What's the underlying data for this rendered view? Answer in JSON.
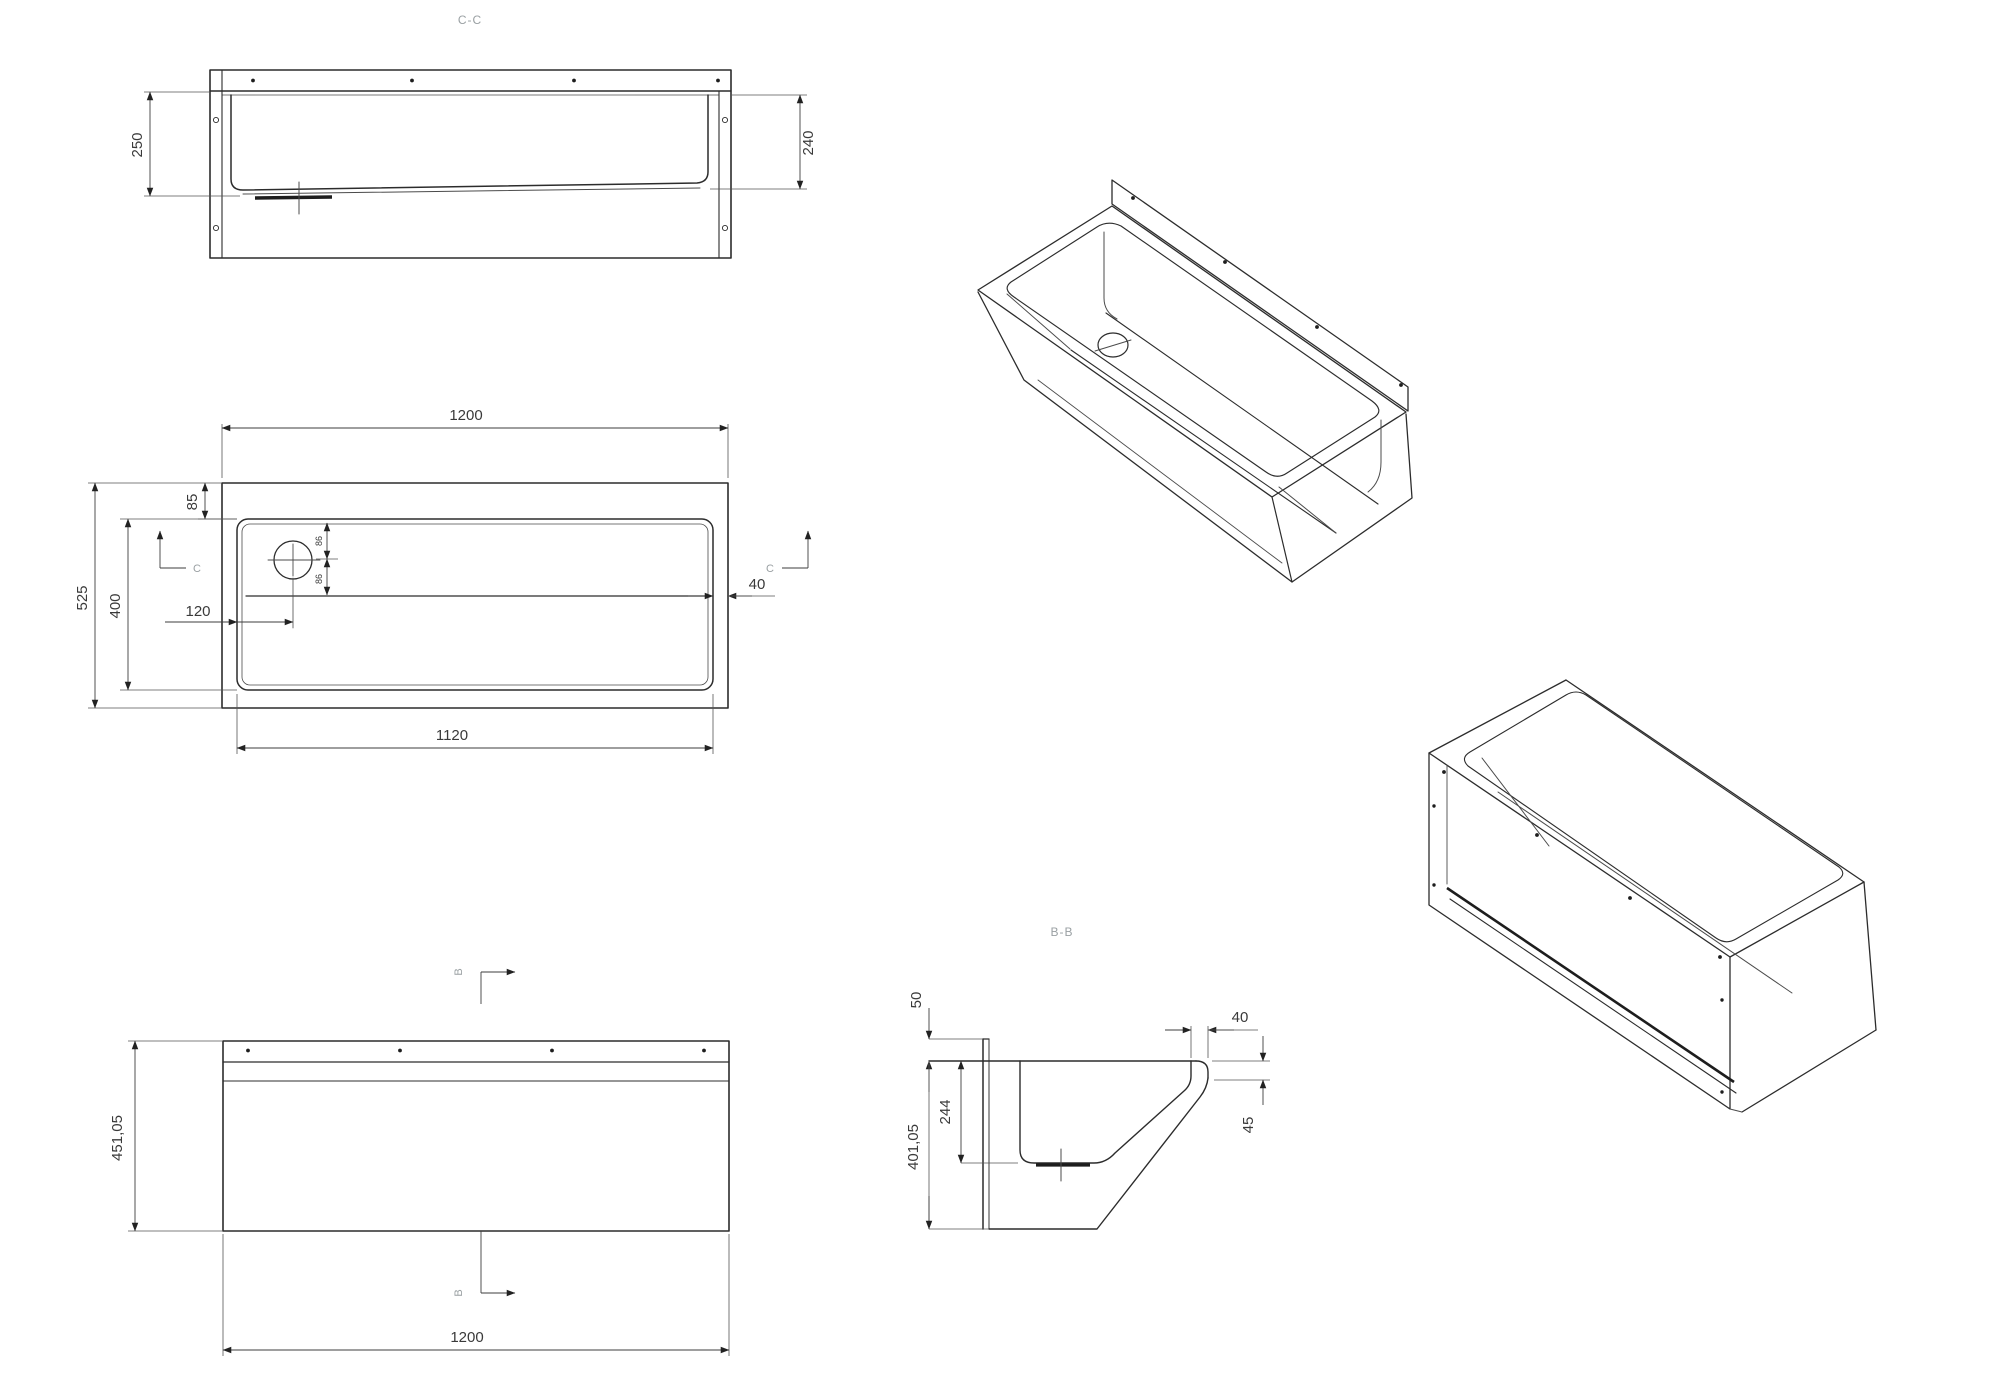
{
  "drawing": {
    "section_cc": {
      "title": "C-C",
      "dim_left_depth": "250",
      "dim_right_depth": "240"
    },
    "plan": {
      "dim_overall_width": "1200",
      "dim_back_offset": "85",
      "dim_overall_depth": "525",
      "dim_basin_depth": "400",
      "dim_drain_from_left": "120",
      "dim_drain_upper": "86",
      "dim_drain_lower": "86",
      "dim_end_gap": "40",
      "dim_basin_width": "1120",
      "section_marker": "C"
    },
    "front": {
      "dim_height": "451,05",
      "dim_width": "1200",
      "section_marker": "B"
    },
    "section_bb": {
      "title": "B-B",
      "dim_apron_top": "50",
      "dim_basin_depth": "244",
      "dim_overall_height": "401,05",
      "dim_lip_width": "40",
      "dim_lip_height": "45"
    }
  }
}
